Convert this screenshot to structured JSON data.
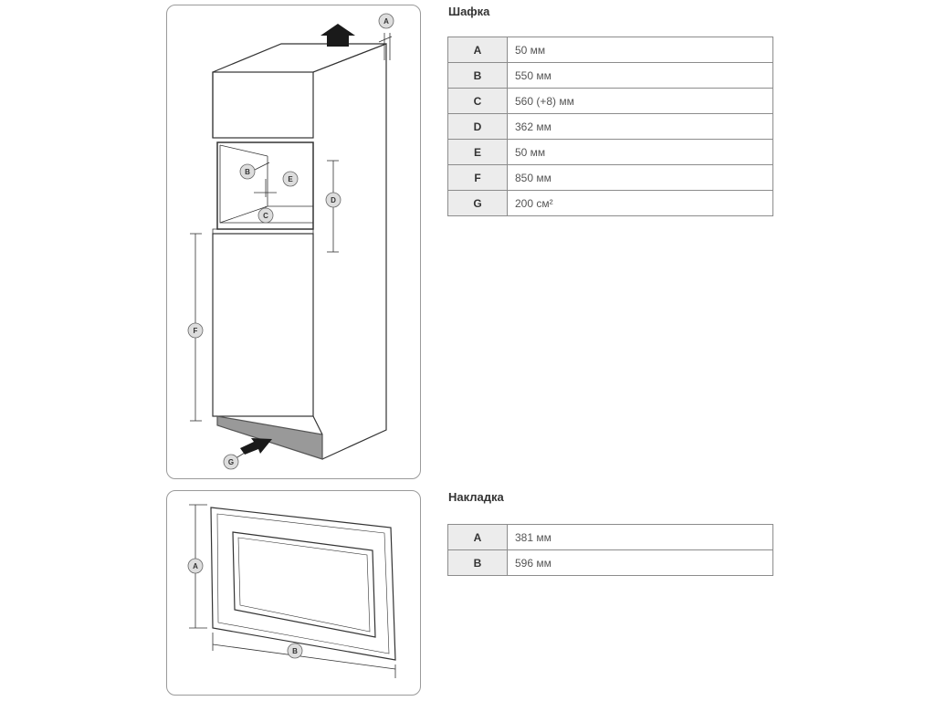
{
  "cabinet_section": {
    "title": "Шафка",
    "rows": [
      {
        "key": "A",
        "value": "50 мм"
      },
      {
        "key": "B",
        "value": "550 мм"
      },
      {
        "key": "C",
        "value": "560 (+8) мм"
      },
      {
        "key": "D",
        "value": "362 мм"
      },
      {
        "key": "E",
        "value": "50 мм"
      },
      {
        "key": "F",
        "value": "850 мм"
      },
      {
        "key": "G",
        "value": "200 см²"
      }
    ]
  },
  "trim_section": {
    "title": "Накладка",
    "rows": [
      {
        "key": "A",
        "value": "381 мм"
      },
      {
        "key": "B",
        "value": "596 мм"
      }
    ]
  },
  "diagram_callouts": {
    "cabinet": [
      "A",
      "B",
      "E",
      "C",
      "D",
      "F",
      "G"
    ],
    "trim": [
      "A",
      "B"
    ]
  }
}
